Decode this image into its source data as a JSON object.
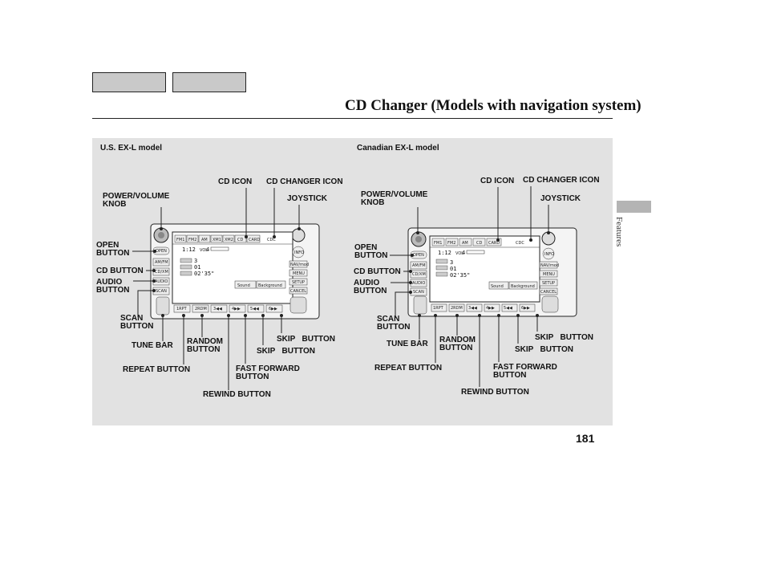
{
  "header": {
    "tabs": [
      "",
      ""
    ],
    "title": "CD Changer (Models with navigation system)"
  },
  "side": {
    "section_label": "Features"
  },
  "page_number": "181",
  "models": [
    {
      "heading": "U.S. EX-L model",
      "labels": {
        "power_volume": "POWER/VOLUME\nKNOB",
        "cd_icon": "CD ICON",
        "cd_changer_icon": "CD CHANGER ICON",
        "joystick": "JOYSTICK",
        "open_button": "OPEN\nBUTTON",
        "cd_button": "CD BUTTON",
        "audio_button": "AUDIO\nBUTTON",
        "scan_button": "SCAN\nBUTTON",
        "tune_bar": "TUNE BAR",
        "random_button": "RANDOM\nBUTTON",
        "repeat_button": "REPEAT BUTTON",
        "rewind_button": "REWIND BUTTON",
        "fast_forward_button": "FAST FORWARD\nBUTTON",
        "skip_button_1": "SKIP   BUTTON",
        "skip_button_2": "SKIP   BUTTON"
      },
      "radio": {
        "source_tabs": [
          "FM1",
          "FM2",
          "AM",
          "XM1",
          "XM2",
          "CD",
          "CARD"
        ],
        "display_mode": "CDC",
        "time": "1:12",
        "vol_label": "VOL",
        "volume": "4",
        "disc": "3",
        "track": "01",
        "elapsed": "02'35\"",
        "sound_button": "Sound",
        "background_button": "Background",
        "left_buttons": [
          "OPEN",
          "AM/FM",
          "CD/XM",
          "AUDIO",
          "SCAN"
        ],
        "right_buttons": [
          "INFO",
          "NAV/mod",
          "MENU",
          "SETUP",
          "CANCEL"
        ],
        "bottom_buttons": [
          "1RPT",
          "2RDM",
          "3◀◀",
          "4▶▶",
          "5◀◀",
          "6▶▶"
        ]
      }
    },
    {
      "heading": "Canadian EX-L model",
      "labels": {
        "power_volume": "POWER/VOLUME\nKNOB",
        "cd_icon": "CD ICON",
        "cd_changer_icon": "CD CHANGER ICON",
        "joystick": "JOYSTICK",
        "open_button": "OPEN\nBUTTON",
        "cd_button": "CD BUTTON",
        "audio_button": "AUDIO\nBUTTON",
        "scan_button": "SCAN\nBUTTON",
        "tune_bar": "TUNE BAR",
        "random_button": "RANDOM\nBUTTON",
        "repeat_button": "REPEAT BUTTON",
        "rewind_button": "REWIND BUTTON",
        "fast_forward_button": "FAST FORWARD\nBUTTON",
        "skip_button_1": "SKIP   BUTTON",
        "skip_button_2": "SKIP   BUTTON"
      },
      "radio": {
        "source_tabs": [
          "FM1",
          "FM2",
          "AM",
          "CD",
          "CARD"
        ],
        "display_mode": "CDC",
        "time": "1:12",
        "vol_label": "VOL",
        "volume": "4",
        "disc": "3",
        "track": "01",
        "elapsed": "02'35\"",
        "sound_button": "Sound",
        "background_button": "Background",
        "left_buttons": [
          "OPEN",
          "AM/FM",
          "CD/XM",
          "AUDIO",
          "SCAN"
        ],
        "right_buttons": [
          "INFO",
          "NAV/mod",
          "MENU",
          "SETUP",
          "CANCEL"
        ],
        "bottom_buttons": [
          "1RPT",
          "2RDM",
          "3◀◀",
          "4▶▶",
          "5◀◀",
          "6▶▶"
        ]
      }
    }
  ]
}
